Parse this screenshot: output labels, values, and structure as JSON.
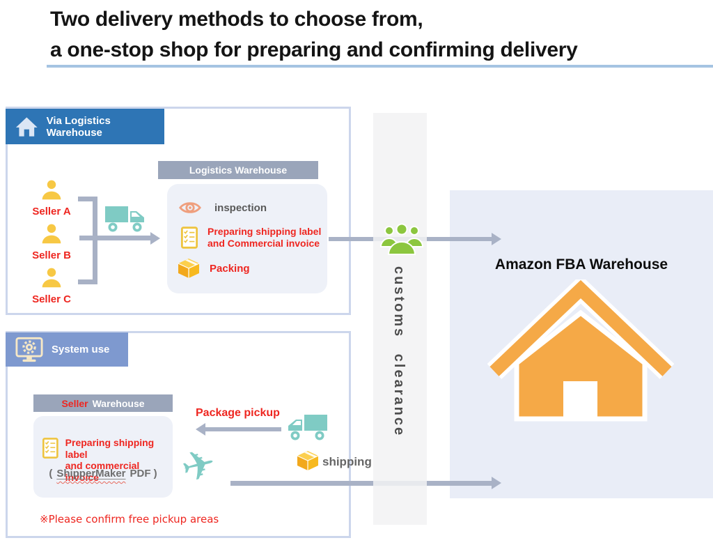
{
  "title": {
    "line1": "Two delivery methods to choose from,",
    "line2": "a one-stop shop for preparing and confirming delivery"
  },
  "colors": {
    "header_blue": "#2e75b5",
    "system_blue": "#7e99cf",
    "bar_gray": "#9aa5ba",
    "accent_red": "#ee2620",
    "teal": "#7fcbc4",
    "house_orange": "#f5a947",
    "box_yellow": "#f5b821",
    "people_green": "#8cc63f",
    "arrow_gray": "#a9b2c6",
    "panel_bg": "#eef1f8",
    "amazon_bg": "#e9edf7",
    "box_border": "#ccd6ec",
    "title_underline": "#a5c4e2"
  },
  "via_section": {
    "header": "Via Logistics Warehouse",
    "sellers": [
      "Seller A",
      "Seller B",
      "Seller C"
    ],
    "warehouse_header": "Logistics Warehouse",
    "inspection": "inspection",
    "prep_line1": "Preparing shipping label",
    "prep_line2": "and Commercial invoice",
    "packing": "Packing"
  },
  "customs": {
    "label": "customs clearance"
  },
  "amazon": {
    "title": "Amazon FBA Warehouse"
  },
  "system_section": {
    "header": "System use",
    "warehouse_header_seller": "Seller",
    "warehouse_header_rest": "Warehouse",
    "prep_line1": "Preparing shipping label",
    "prep_line2": "and commercial invoice",
    "paren_open": "(",
    "shippermaker": "ShipperMaker",
    "pdf_suffix": "PDF )",
    "package_pickup": "Package pickup",
    "shipping": "shipping",
    "note": "※Please confirm free pickup areas"
  },
  "icons": {
    "airplane": "✈"
  }
}
